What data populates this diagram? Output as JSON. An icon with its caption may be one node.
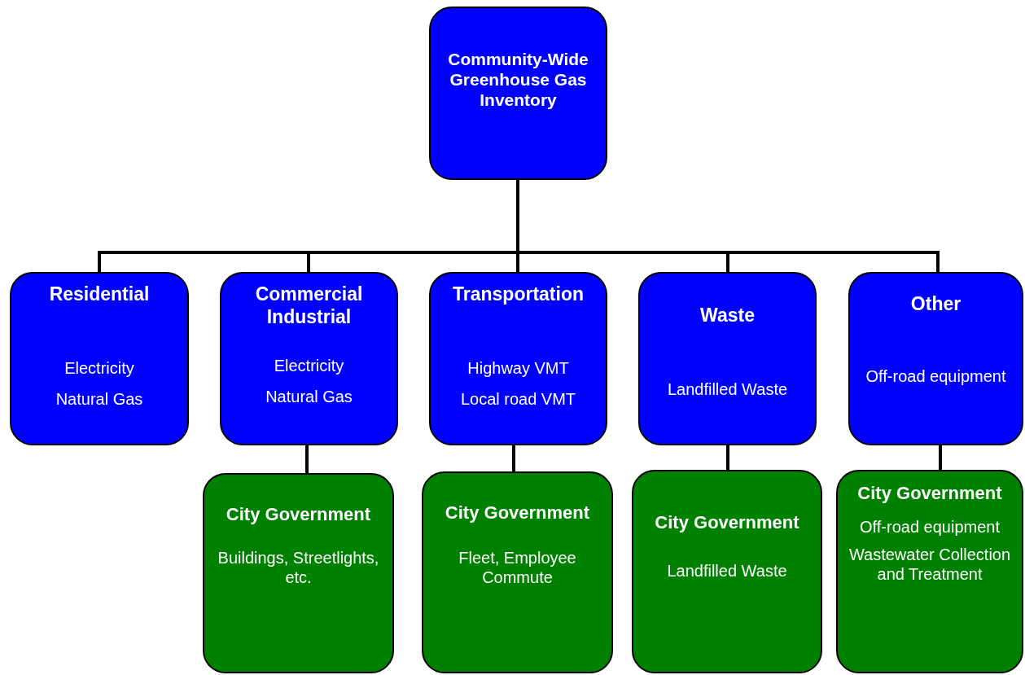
{
  "diagram": {
    "nodes": [
      {
        "text": [
          "Community-Wide Greenhouse Gas Inventory"
        ]
      },
      {
        "text": [
          "Residential",
          "Electricity",
          "Natural Gas"
        ]
      },
      {
        "text": [
          "Commercial Industrial",
          "Electricity",
          "Natural Gas"
        ]
      },
      {
        "text": [
          "Transportation",
          "Highway VMT",
          "Local road VMT"
        ]
      },
      {
        "text": [
          "Waste",
          "Landfilled Waste"
        ]
      },
      {
        "text": [
          "Other",
          "Off-road equipment"
        ]
      },
      {
        "text": [
          "City Government",
          "Buildings, Streetlights, etc."
        ]
      },
      {
        "text": [
          "City Government",
          "Fleet, Employee Commute"
        ]
      },
      {
        "text": [
          "City Government",
          "Landfilled Waste"
        ]
      },
      {
        "text": [
          "City Government",
          "Off-road equipment",
          "Wastewater Collection and Treatment"
        ]
      }
    ],
    "edges": [
      {
        "from": 0,
        "to": 1,
        "arrow": "none"
      },
      {
        "from": 0,
        "to": 2,
        "arrow": "none"
      },
      {
        "from": 0,
        "to": 3,
        "arrow": "none"
      },
      {
        "from": 0,
        "to": 4,
        "arrow": "none"
      },
      {
        "from": 0,
        "to": 5,
        "arrow": "none"
      },
      {
        "from": 2,
        "to": 6,
        "arrow": "none"
      },
      {
        "from": 3,
        "to": 7,
        "arrow": "none"
      },
      {
        "from": 4,
        "to": 8,
        "arrow": "none"
      },
      {
        "from": 5,
        "to": 9,
        "arrow": "none"
      }
    ]
  }
}
